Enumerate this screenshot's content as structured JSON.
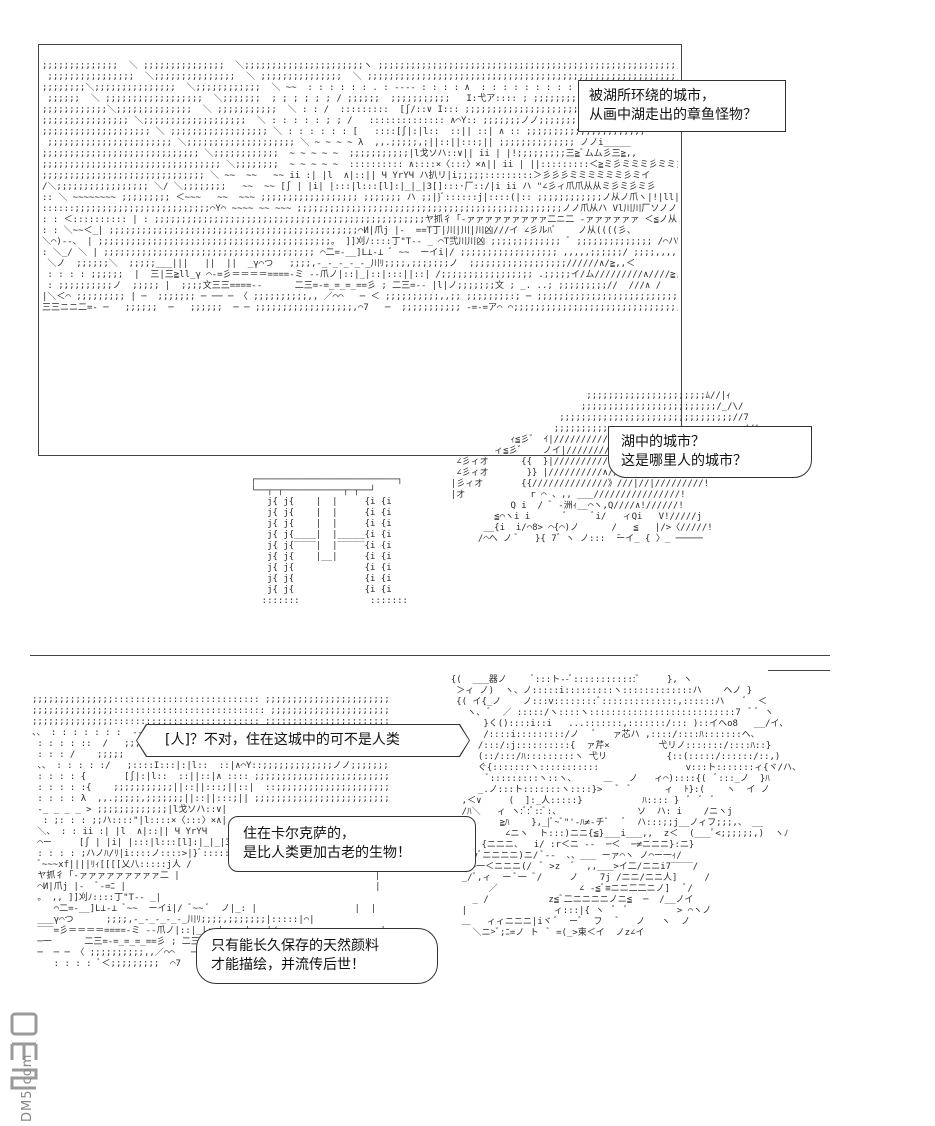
{
  "panels": {
    "top_bubble": {
      "lines": [
        "被湖所环绕的城市，",
        "从画中湖走出的章鱼怪物？"
      ]
    },
    "mid_bubble": {
      "lines": [
        "湖中的城市？",
        "这是哪里人的城市？"
      ]
    },
    "bottom_bubble_1": {
      "lines": [
        "[人]？不对，住在这城中的可不是人类"
      ]
    },
    "bottom_bubble_2": {
      "lines": [
        "住在卡尔克萨的，",
        "是比人类更加古老的生物！"
      ]
    },
    "bottom_bubble_3": {
      "lines": [
        "只有能长久保存的天然颜料",
        "才能描绘，并流传后世！"
      ]
    }
  },
  "watermark": {
    "text": "DM5.com"
  }
}
